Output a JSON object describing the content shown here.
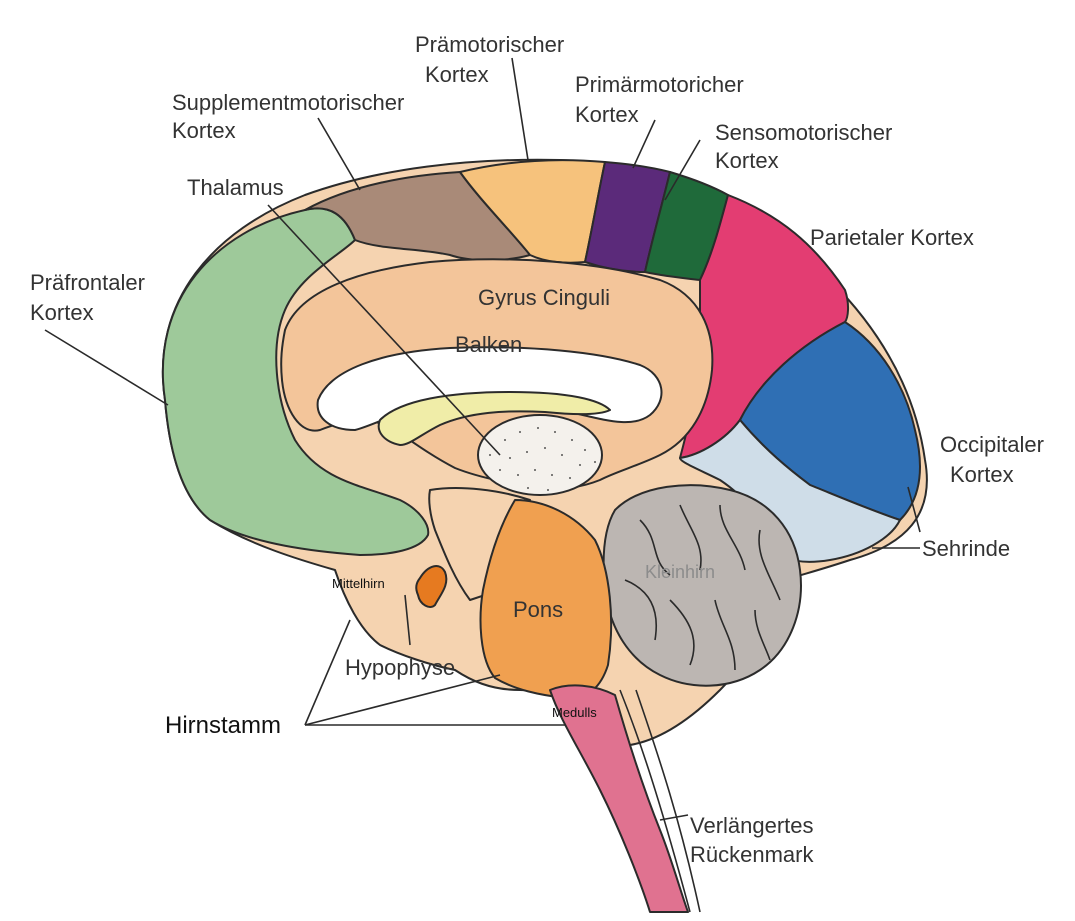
{
  "labels": {
    "praemotorisch_1": "Prämotorischer",
    "praemotorisch_2": "Kortex",
    "primaer_1": "Primärmotoricher",
    "primaer_2": "Kortex",
    "supplement_1": "Supplementmotorischer",
    "supplement_2": "Kortex",
    "sensomotorisch_1": "Sensomotorischer",
    "sensomotorisch_2": "Kortex",
    "thalamus": "Thalamus",
    "parietal": "Parietaler Kortex",
    "praefrontal_1": "Präfrontaler",
    "praefrontal_2": "Kortex",
    "gyrus": "Gyrus Cinguli",
    "balken": "Balken",
    "occipital_1": "Occipitaler",
    "occipital_2": "Kortex",
    "sehrinde": "Sehrinde",
    "kleinhirn": "Kleinhirn",
    "mittelhirn": "Mittelhirn",
    "pons": "Pons",
    "hypophyse": "Hypophyse",
    "hirnstamm": "Hirnstamm",
    "medulls": "Medulls",
    "rueckenmark_1": "Verlängertes",
    "rueckenmark_2": "Rückenmark"
  },
  "colors": {
    "praefrontal": "#9ec99a",
    "supplement": "#a98a78",
    "praemotorisch": "#f6c27c",
    "primaer": "#5b2a7a",
    "sensomotorisch": "#1f6a3a",
    "parietal": "#e33d72",
    "occipital": "#2f6fb4",
    "sehrinde": "#cfdde8",
    "cinguli": "#f3c59a",
    "balken": "#f0eda8",
    "thalamus": "#f4f1ec",
    "kleinhirn": "#bcb6b2",
    "pons": "#f0a050",
    "medulla": "#e07290",
    "hypophyse": "#e67a20"
  }
}
